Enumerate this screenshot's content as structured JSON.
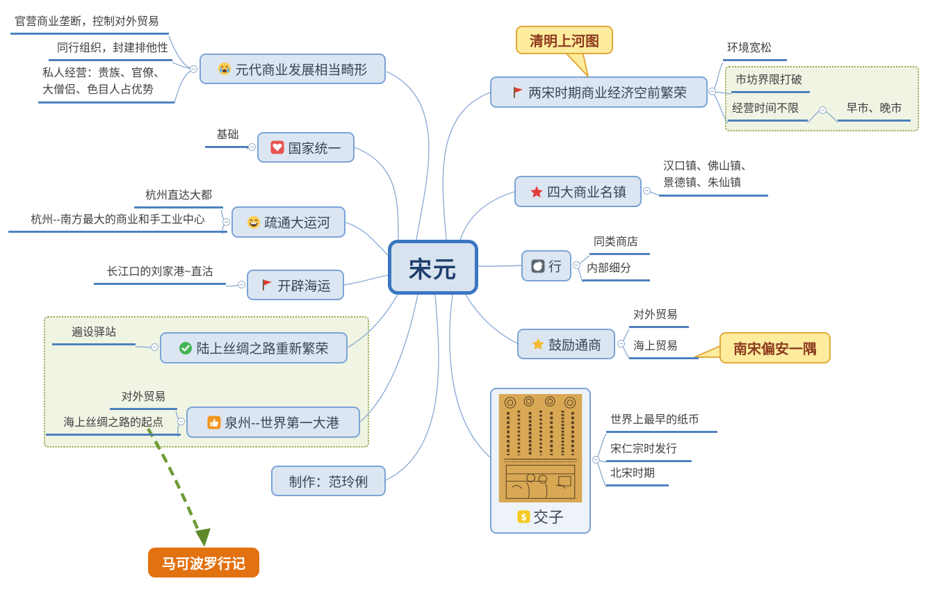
{
  "center": {
    "label": "宋元"
  },
  "left_branches": {
    "yuandai": {
      "label": "元代商业发展相当畸形",
      "icon": "crying-face-icon",
      "leaf1": "官营商业垄断，控制对外贸易",
      "leaf2": "同行组织，封建排他性",
      "leaf3_line1": "私人经营：贵族、官僚、",
      "leaf3_line2": "大僧侣、色目人占优势"
    },
    "guojia": {
      "label": "国家统一",
      "icon": "heart-icon",
      "leaf1": "基础"
    },
    "yunhe": {
      "label": "疏通大运河",
      "icon": "grin-face-icon",
      "leaf1": "杭州直达大都",
      "leaf2": "杭州--南方最大的商业和手工业中心"
    },
    "haiyun": {
      "label": "开辟海运",
      "icon": "flag-icon",
      "leaf1": "长江口的刘家港~直沽"
    },
    "lusilu": {
      "label": "陆上丝绸之路重新繁荣",
      "icon": "check-circle-icon",
      "leaf1": "遍设驿站"
    },
    "quanzhou": {
      "label": "泉州--世界第一大港",
      "icon": "thumbs-up-icon",
      "leaf1": "对外贸易",
      "leaf2": "海上丝绸之路的起点"
    }
  },
  "right_branches": {
    "liangsong": {
      "label": "两宋时期商业经济空前繁荣",
      "icon": "flag-icon",
      "leaf1": "环境宽松",
      "leaf2": "市坊界限打破",
      "leaf3": "经营时间不限",
      "leaf3_child": "早市、晚市"
    },
    "sida": {
      "label": "四大商业名镇",
      "icon": "red-star-icon",
      "leaf1_line1": "汉口镇、佛山镇、",
      "leaf1_line2": "景德镇、朱仙镇"
    },
    "hang": {
      "label": "行",
      "icon": "pie-chart-icon",
      "leaf1": "同类商店",
      "leaf2": "内部细分"
    },
    "guli": {
      "label": "鼓励通商",
      "icon": "yellow-star-icon",
      "leaf1": "对外贸易",
      "leaf2": "海上贸易"
    },
    "jiaozi": {
      "label": "交子",
      "icon": "dollar-icon",
      "leaf1": "世界上最早的纸币",
      "leaf2": "宋仁宗时发行",
      "leaf3": "北宋时期"
    }
  },
  "callouts": {
    "qingming": "清明上河图",
    "nansong": "南宋偏安一隅"
  },
  "credit": {
    "label": "制作：范玲俐"
  },
  "marco_polo": {
    "label": "马可波罗行记"
  },
  "colors": {
    "node_fill": "#dce6f2",
    "node_border": "#7ba3d6",
    "underline_blue": "#4f81bd",
    "edge_blue": "#8fadd6",
    "center_border": "#3b77c0",
    "center_text": "#1d3e6b",
    "green_box_fill": "#eff4e3",
    "green_box_border": "#97a953",
    "callout_fill": "#fdec9e",
    "callout_border": "#e0a93c",
    "callout_text": "#8d3a1f",
    "orange_node": "#e2710f",
    "arrow_green": "#6f9b36"
  }
}
